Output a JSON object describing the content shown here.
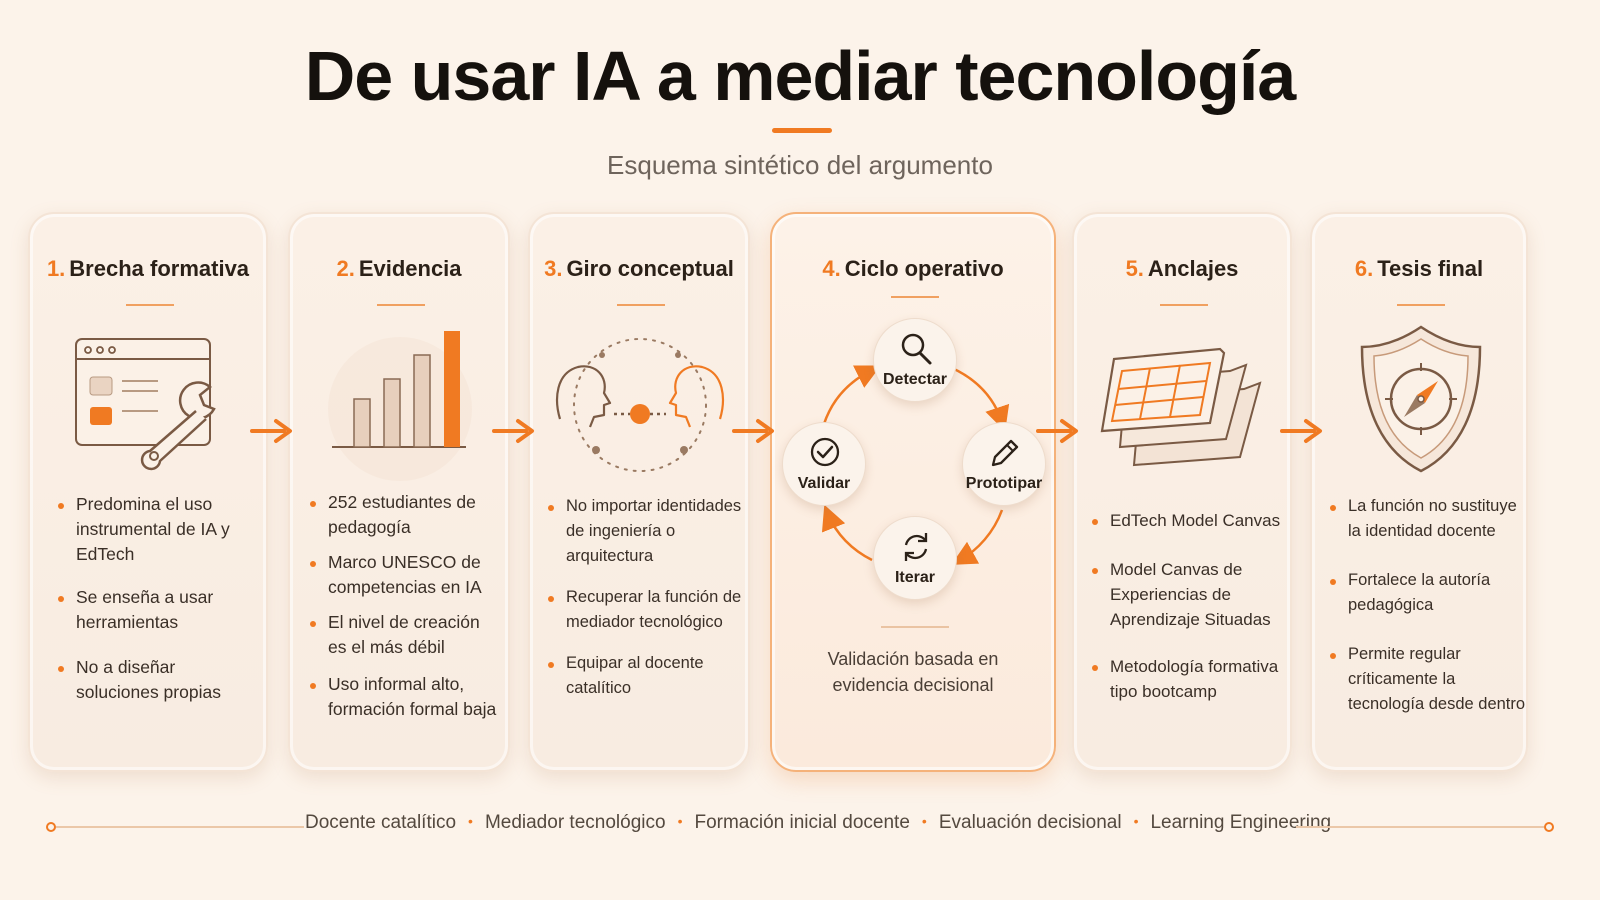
{
  "title": "De usar IA a mediar tecnología",
  "subtitle": "Esquema sintético del argumento",
  "colors": {
    "accent": "#f07a22",
    "background": "#fcf3ea",
    "text": "#15110d"
  },
  "cards": [
    {
      "num": "1.",
      "title": "Brecha formativa",
      "icon": "browser-wrench-icon",
      "bullets": [
        "Predomina el uso instrumental de IA y EdTech",
        "Se enseña a usar herramientas",
        "No a diseñar soluciones propias"
      ]
    },
    {
      "num": "2.",
      "title": "Evidencia",
      "icon": "bar-chart-icon",
      "bullets": [
        "252 estudiantes de pedagogía",
        "Marco UNESCO de competencias en IA",
        "El nivel de creación es el más débil",
        "Uso informal alto, formación formal baja"
      ]
    },
    {
      "num": "3.",
      "title": "Giro conceptual",
      "icon": "two-heads-mediator-icon",
      "bullets": [
        "No importar identidades de ingeniería o arquitectura",
        "Recuperar la función de mediador tecnológico",
        "Equipar al docente catalítico"
      ]
    },
    {
      "num": "4.",
      "title": "Ciclo operativo",
      "icon": "cycle-icon",
      "cycle": [
        "Detectar",
        "Prototipar",
        "Iterar",
        "Validar"
      ],
      "note": "Validación basada en evidencia decisional"
    },
    {
      "num": "5.",
      "title": "Anclajes",
      "icon": "canvas-layers-icon",
      "bullets": [
        "EdTech Model Canvas",
        "Model Canvas de Experiencias de Aprendizaje Situadas",
        "Metodología formativa tipo bootcamp"
      ]
    },
    {
      "num": "6.",
      "title": "Tesis final",
      "icon": "shield-compass-icon",
      "bullets": [
        "La función no sustituye la identidad docente",
        "Fortalece la autoría pedagógica",
        "Permite regular críticamente la tecnología desde dentro"
      ]
    }
  ],
  "footer": [
    "Docente catalítico",
    "Mediador tecnológico",
    "Formación inicial docente",
    "Evaluación decisional",
    "Learning Engineering"
  ]
}
